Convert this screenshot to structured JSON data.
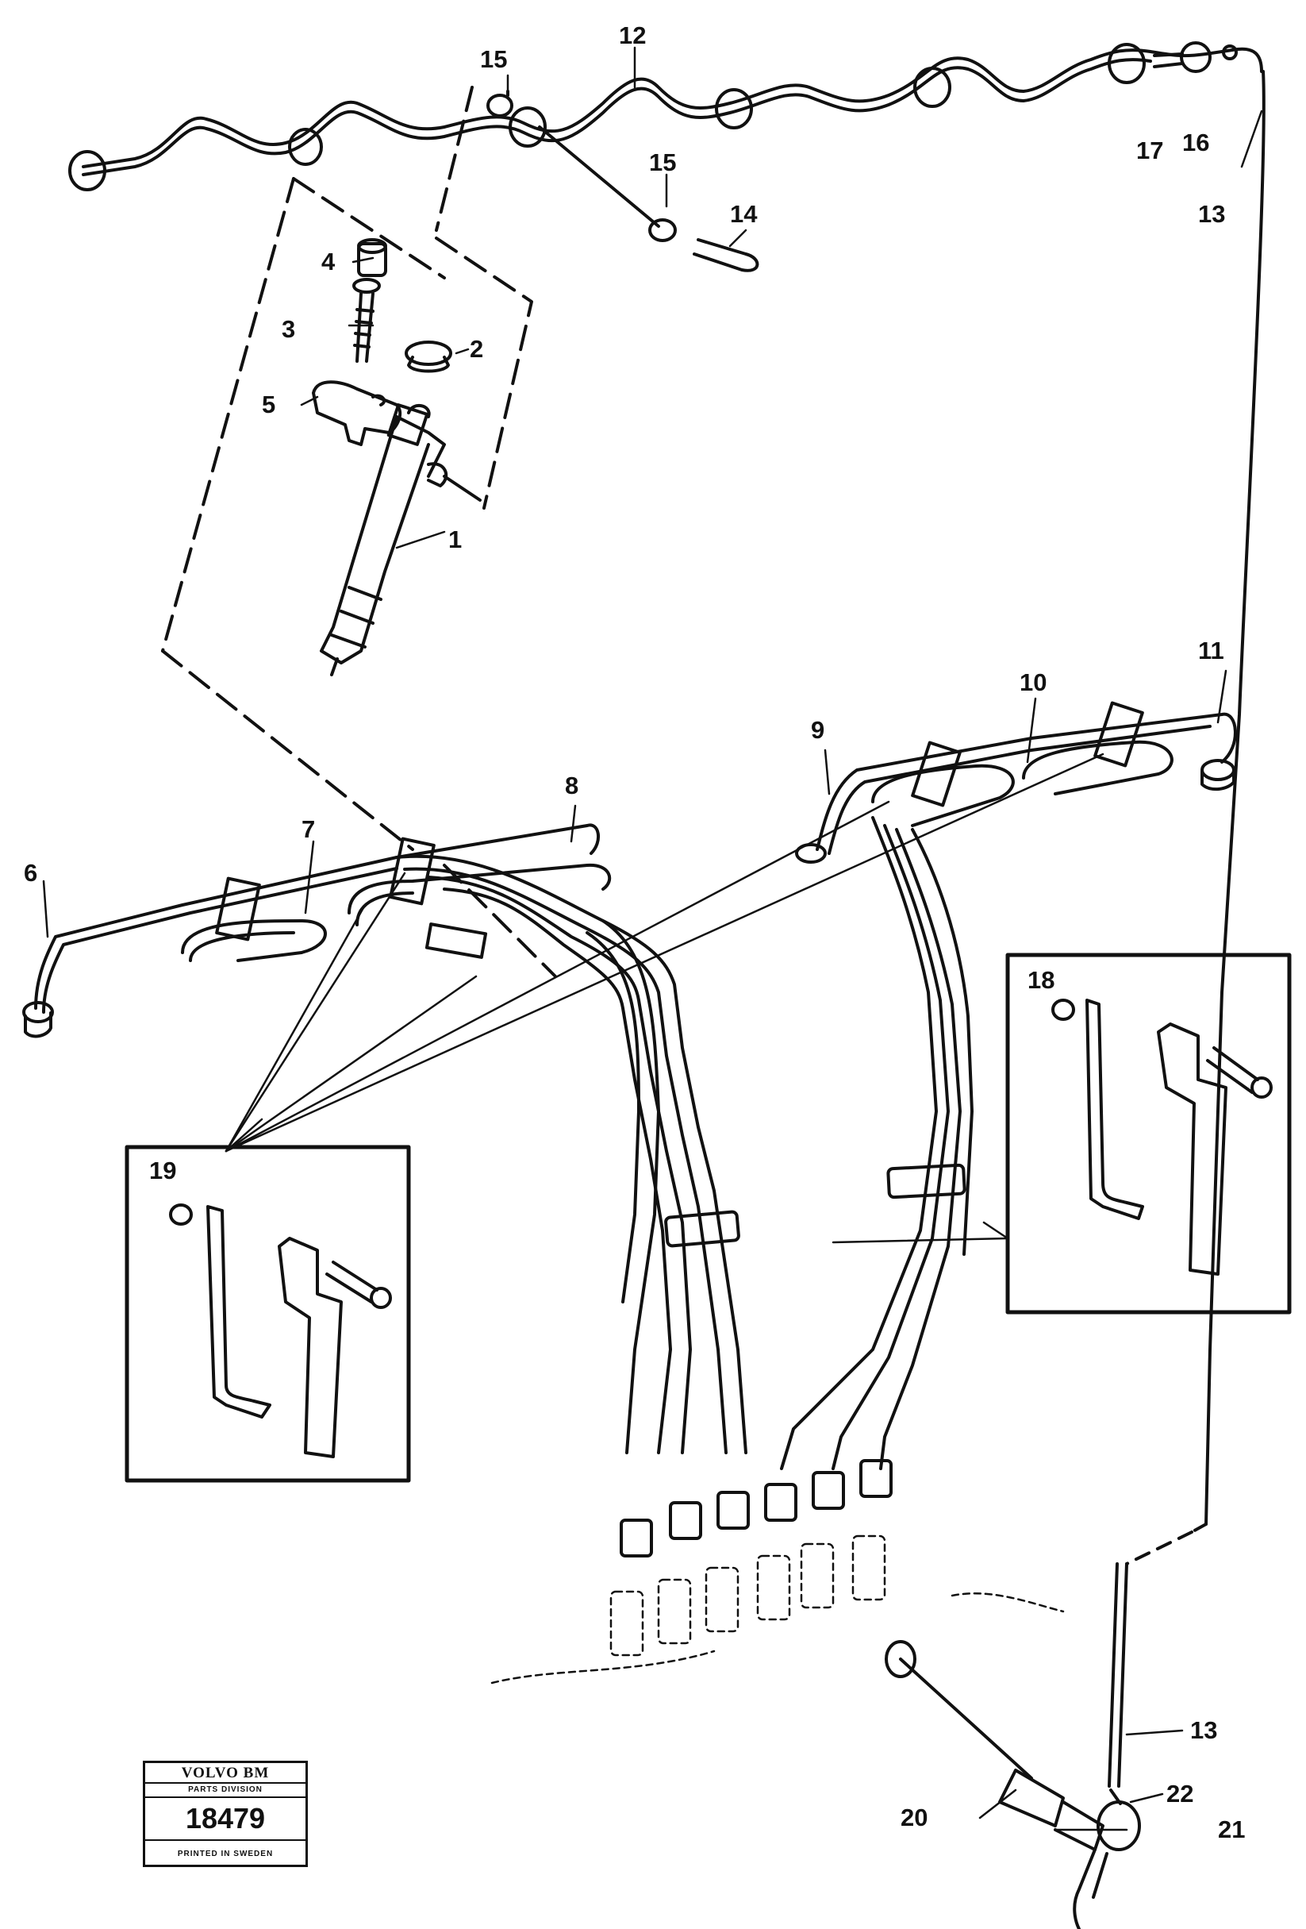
{
  "callouts": [
    "1",
    "2",
    "3",
    "4",
    "5",
    "6",
    "7",
    "8",
    "9",
    "10",
    "11",
    "12",
    "13",
    "13",
    "14",
    "15",
    "15",
    "16",
    "17",
    "18",
    "19",
    "20",
    "21",
    "22"
  ],
  "stamp": {
    "brand": "VOLVO BM",
    "division": "PARTS DIVISION",
    "number": "18479",
    "printed": "PRINTED IN SWEDEN"
  },
  "colors": {
    "ink": "#111111",
    "paper": "#ffffff"
  }
}
